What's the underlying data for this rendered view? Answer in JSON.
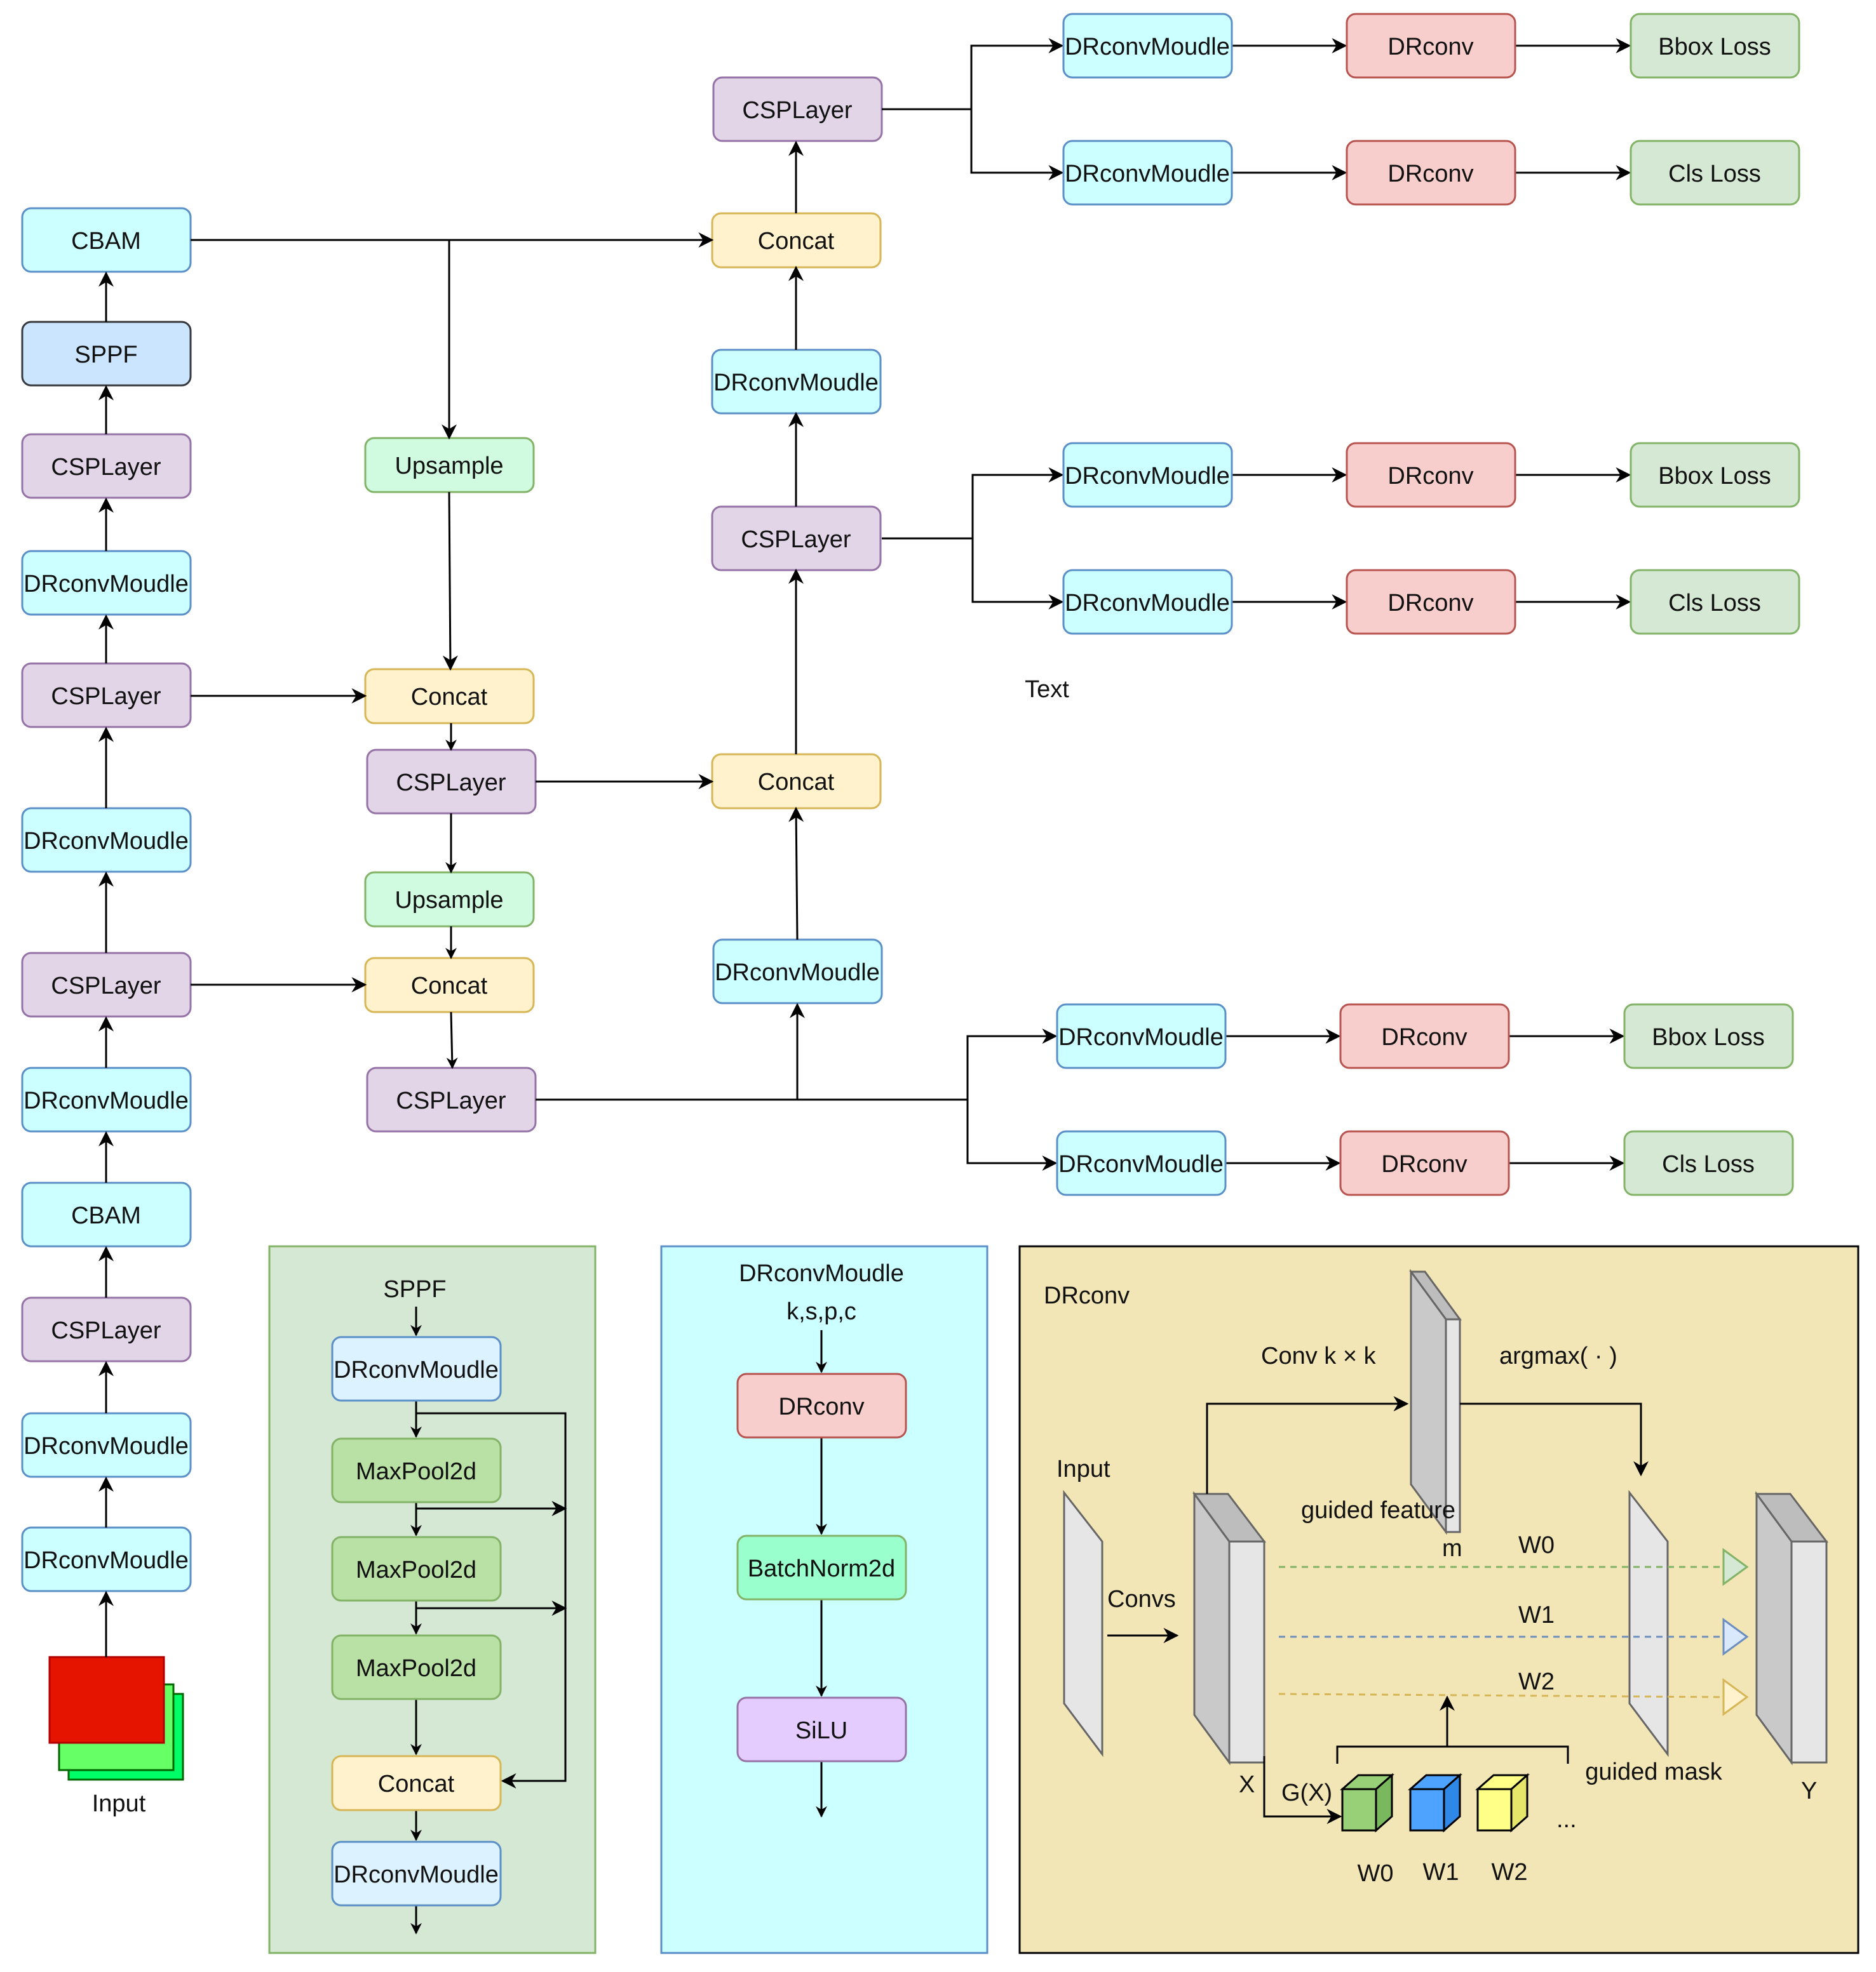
{
  "colors": {
    "cyan_fill": "#ccffff",
    "cyan_stroke": "#5b8fc7",
    "purple_fill": "#e1d5e7",
    "purple_stroke": "#9673a6",
    "yellow_fill": "#fff2cc",
    "yellow_stroke": "#d6b656",
    "green_fill": "#d5e8d4",
    "green_stroke": "#82b366",
    "ltgreen_fill": "#d0fbe0",
    "ltgreen_stroke": "#82b366",
    "blue_fill": "#cce5ff",
    "blue_stroke": "#36393d",
    "red_fill": "#f8cecc",
    "red_stroke": "#b85450",
    "panel_green": "#d5e8d4",
    "panel_cyan": "#ccffff",
    "panel_khaki": "#f3e6b6"
  },
  "backbone": {
    "input_label": "Input",
    "nodes": [
      "DRconvMoudle",
      "DRconvMoudle",
      "CSPLayer",
      "CBAM",
      "DRconvMoudle",
      "CSPLayer",
      "DRconvMoudle",
      "CSPLayer",
      "DRconvMoudle",
      "CSPLayer",
      "SPPF",
      "CBAM"
    ]
  },
  "neck": {
    "upsample1": "Upsample",
    "concat1": "Concat",
    "csp1": "CSPLayer",
    "upsample2": "Upsample",
    "concat2": "Concat",
    "csp2": "CSPLayer"
  },
  "pan": {
    "drconv1": "DRconvMoudle",
    "concat1": "Concat",
    "csp1": "CSPLayer",
    "drconv2": "DRconvMoudle",
    "concat2": "Concat",
    "csp2": "CSPLayer"
  },
  "heads": [
    {
      "branch1": [
        "DRconvMoudle",
        "DRconv",
        "Bbox Loss"
      ],
      "branch2": [
        "DRconvMoudle",
        "DRconv",
        "Cls Loss"
      ]
    },
    {
      "branch1": [
        "DRconvMoudle",
        "DRconv",
        "Bbox Loss"
      ],
      "branch2": [
        "DRconvMoudle",
        "DRconv",
        "Cls Loss"
      ]
    },
    {
      "branch1": [
        "DRconvMoudle",
        "DRconv",
        "Bbox Loss"
      ],
      "branch2": [
        "DRconvMoudle",
        "DRconv",
        "Cls Loss"
      ]
    }
  ],
  "stray_text": "Text",
  "sppf_panel": {
    "title": "SPPF",
    "nodes": [
      "DRconvMoudle",
      "MaxPool2d",
      "MaxPool2d",
      "MaxPool2d",
      "Concat",
      "DRconvMoudle"
    ]
  },
  "drconv_module_panel": {
    "title": "DRconvMoudle",
    "subtitle": "k,s,p,c",
    "nodes": [
      "DRconv",
      "BatchNorm2d",
      "SiLU"
    ]
  },
  "drconv_panel": {
    "title": "DRconv",
    "input_label": "Input",
    "convs_label": "Convs",
    "conv_kxk_label": "Conv k × k",
    "argmax_label": "argmax( · )",
    "guided_feature_label": "guided feature",
    "m_label": "m",
    "x_label": "X",
    "gx_label": "G(X)",
    "guided_mask_label": "guided mask",
    "y_label": "Y",
    "w_labels": [
      "W0",
      "W1",
      "W2"
    ],
    "cube_labels": [
      "W0",
      "W1",
      "W2"
    ],
    "ellipsis": "...",
    "line_colors": [
      "#82b366",
      "#6c8ebf",
      "#d6b656"
    ],
    "cube_colors": [
      "#97d077",
      "#4da3ff",
      "#ffff88"
    ]
  }
}
